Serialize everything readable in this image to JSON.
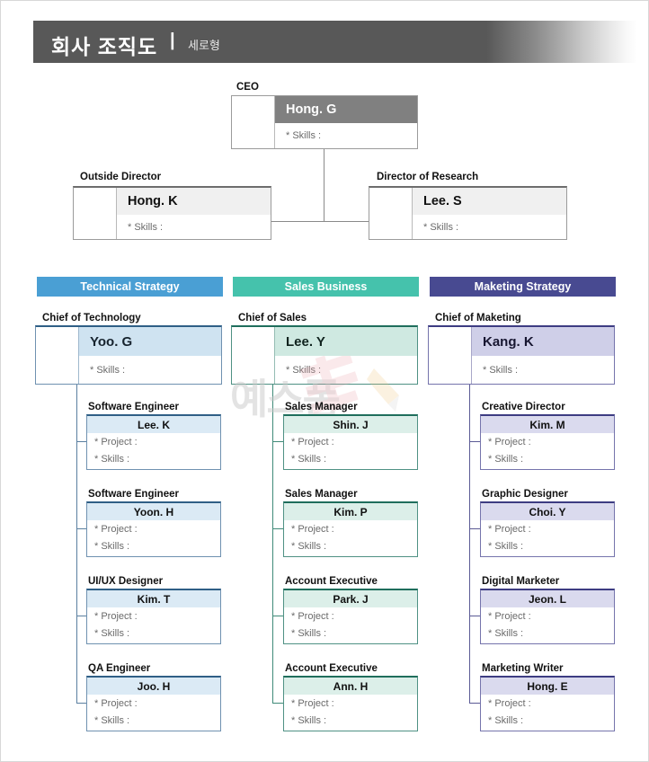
{
  "header": {
    "title": "회사 조직도",
    "separator": "|",
    "subtitle": "세로형",
    "bar_color": "#585858"
  },
  "watermark": {
    "text": "예스폼"
  },
  "labels": {
    "skills": "* Skills :",
    "project": "* Project :"
  },
  "executives": {
    "ceo": {
      "role": "CEO",
      "name": "Hong. G",
      "skills": "* Skills :"
    },
    "directors": [
      {
        "role": "Outside Director",
        "name": "Hong. K",
        "skills": "* Skills :"
      },
      {
        "role": "Director of Research",
        "name": "Lee. S",
        "skills": "* Skills :"
      }
    ]
  },
  "departments": [
    {
      "banner": "Technical Strategy",
      "banner_color": "#4A9FD4",
      "chief": {
        "role": "Chief of Technology",
        "name": "Yoo. G",
        "skills": "* Skills :"
      },
      "staff": [
        {
          "role": "Software Engineer",
          "name": "Lee. K",
          "project": "* Project :",
          "skills": "* Skills :"
        },
        {
          "role": "Software Engineer",
          "name": "Yoon. H",
          "project": "* Project :",
          "skills": "* Skills :"
        },
        {
          "role": "UI/UX Designer",
          "name": "Kim. T",
          "project": "* Project :",
          "skills": "* Skills :"
        },
        {
          "role": "QA Engineer",
          "name": "Joo. H",
          "project": "* Project :",
          "skills": "* Skills :"
        }
      ]
    },
    {
      "banner": "Sales Business",
      "banner_color": "#45C2AC",
      "chief": {
        "role": "Chief of Sales",
        "name": "Lee. Y",
        "skills": "* Skills :"
      },
      "staff": [
        {
          "role": "Sales Manager",
          "name": "Shin. J",
          "project": "* Project :",
          "skills": "* Skills :"
        },
        {
          "role": "Sales Manager",
          "name": "Kim. P",
          "project": "* Project :",
          "skills": "* Skills :"
        },
        {
          "role": "Account Executive",
          "name": "Park. J",
          "project": "* Project :",
          "skills": "* Skills :"
        },
        {
          "role": "Account Executive",
          "name": "Ann. H",
          "project": "* Project :",
          "skills": "* Skills :"
        }
      ]
    },
    {
      "banner": "Maketing Strategy",
      "banner_color": "#484a91",
      "chief": {
        "role": "Chief of Maketing",
        "name": "Kang. K",
        "skills": "* Skills :"
      },
      "staff": [
        {
          "role": "Creative Director",
          "name": "Kim. M",
          "project": "* Project :",
          "skills": "* Skills :"
        },
        {
          "role": "Graphic Designer",
          "name": "Choi. Y",
          "project": "* Project :",
          "skills": "* Skills :"
        },
        {
          "role": "Digital Marketer",
          "name": "Jeon. L",
          "project": "* Project :",
          "skills": "* Skills :"
        },
        {
          "role": "Marketing Writer",
          "name": "Hong. E",
          "project": "* Project :",
          "skills": "* Skills :"
        }
      ]
    }
  ]
}
